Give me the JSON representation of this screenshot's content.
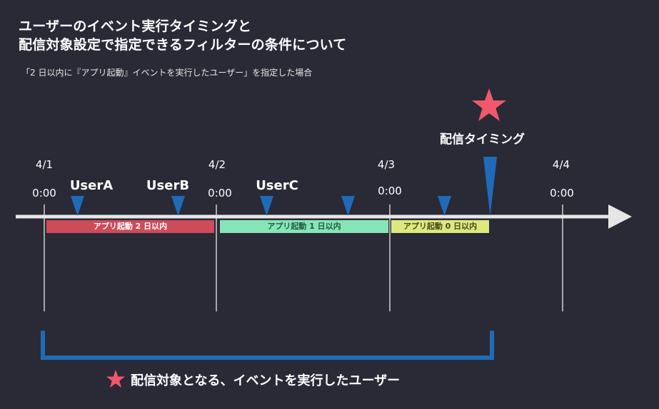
{
  "title": {
    "line1": "ユーザーのイベント実行タイミングと",
    "line2": "配信対象設定で指定できるフィルターの条件について"
  },
  "subtitle": "「2 日以内に『アプリ起動』イベントを実行したユーザー」を指定した場合",
  "delivery_timing": "配信タイミング",
  "dates": [
    {
      "date": "4/1",
      "time": "0:00"
    },
    {
      "date": "4/2",
      "time": "0:00"
    },
    {
      "date": "4/3",
      "time": "0:00"
    },
    {
      "date": "4/4",
      "time": "0:00"
    }
  ],
  "users": [
    "UserA",
    "UserB",
    "UserC"
  ],
  "ranges": [
    {
      "label": "アプリ起動 2 日以内",
      "color": "#cd4b5a"
    },
    {
      "label": "アプリ起動 1 日以内",
      "color": "#86e5b7"
    },
    {
      "label": "アプリ起動 0 日以内",
      "color": "#dde87e"
    }
  ],
  "footer": "配信対象となる、イベントを実行したユーザー",
  "colors": {
    "background": "#292a36",
    "marker": "#1f6bb8",
    "bracket": "#1f6bb8",
    "star": "#f0586b",
    "axis": "#e6e6e6"
  }
}
